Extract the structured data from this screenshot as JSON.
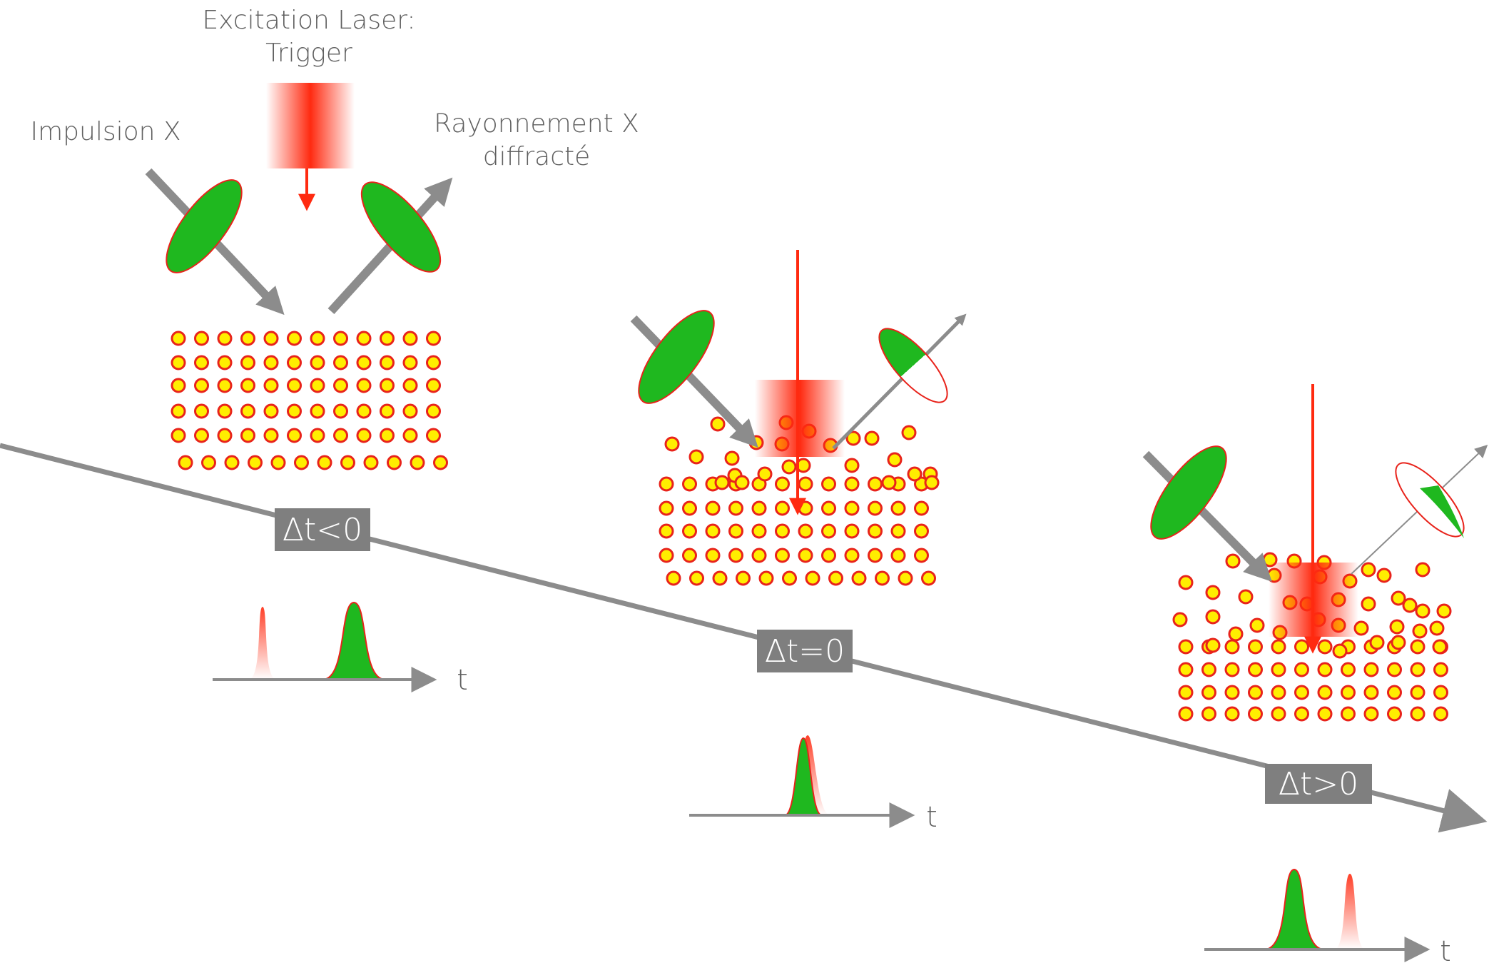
{
  "labels": {
    "laser_line1": "Excitation Laser:",
    "laser_line2": "Trigger",
    "xray_in": "Impulsion X",
    "xray_out_line1": "Rayonnement X",
    "xray_out_line2": "diffracté"
  },
  "panels": [
    {
      "delay_label": "Δt<0",
      "time_axis_label": "t"
    },
    {
      "delay_label": "Δt=0",
      "time_axis_label": "t"
    },
    {
      "delay_label": "Δt>0",
      "time_axis_label": "t"
    }
  ],
  "colors": {
    "atom_fill": "#ffee00",
    "atom_stroke": "#e8231b",
    "pulse_green": "#1fb81f",
    "laser_red": "#ff2a10",
    "arrow_gray": "#8c8c8c",
    "badge_gray": "#7f7f7f",
    "text_gray": "#606060"
  }
}
